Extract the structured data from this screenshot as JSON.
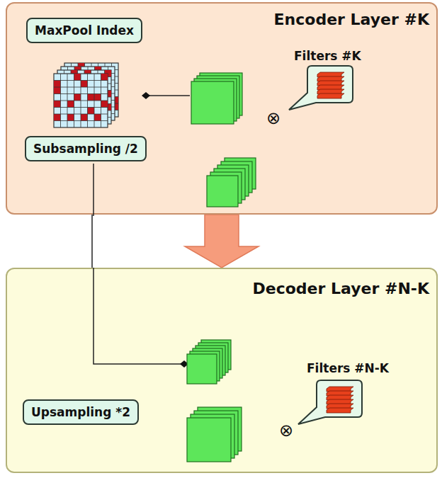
{
  "diagram": {
    "nodes": [
      {
        "text": [
          "Encoder Layer #K"
        ]
      },
      {
        "text": [
          "MaxPool Index"
        ],
        "in": 0
      },
      {
        "text": [
          "Subsampling /2"
        ],
        "in": 0
      },
      {
        "text": [
          "Decoder Layer #N-K"
        ]
      },
      {
        "text": [
          "Upsampling *2"
        ],
        "in": 3
      }
    ],
    "edges": [
      {
        "from": 0,
        "to": 3,
        "arrow": "to"
      }
    ],
    "labels": [
      "Filters #K",
      "⊗",
      "Filters #N-K",
      "⊗"
    ]
  }
}
